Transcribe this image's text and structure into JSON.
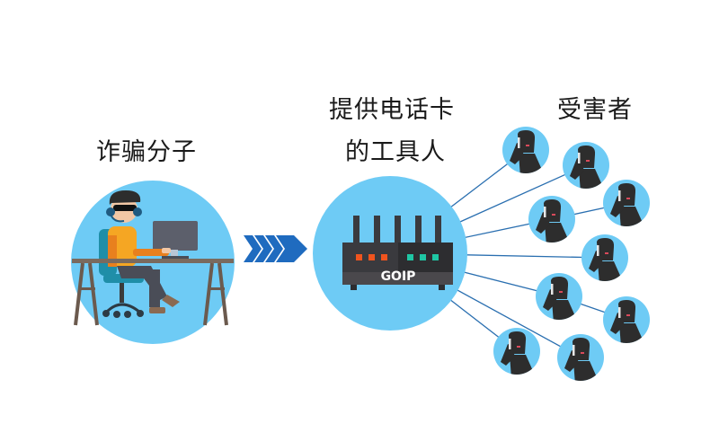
{
  "labels": {
    "fraudster": "诈骗分子",
    "tool_provider_line1": "提供电话卡",
    "tool_provider_line2": "的工具人",
    "victims": "受害者"
  },
  "device": {
    "name": "GOIP",
    "left_lights": 3,
    "right_lights": 3,
    "antennas": 5
  },
  "victim_count": 9,
  "colors": {
    "circle": "#6ecbf5",
    "line": "#2a6fb0",
    "arrow": "#1f6bbf",
    "silhouette": "#2d2d2d",
    "router_body": "#3a3a3e",
    "led_orange": "#f0541e",
    "led_teal": "#1fc6a4"
  }
}
